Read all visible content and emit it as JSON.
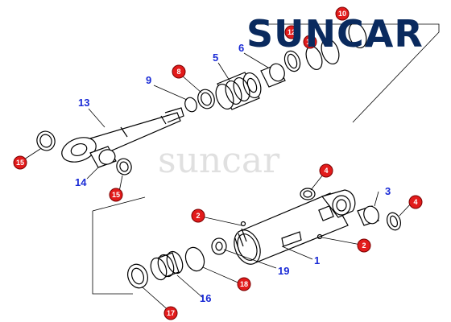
{
  "brand": {
    "logo_text": "SUNCAR",
    "watermark": "suncar",
    "logo_color": "#0a2a5e",
    "accent": "#e21b1b"
  },
  "blue_labels": [
    {
      "id": "l13",
      "text": "13"
    },
    {
      "id": "l9",
      "text": "9"
    },
    {
      "id": "l5",
      "text": "5"
    },
    {
      "id": "l6",
      "text": "6"
    },
    {
      "id": "l14",
      "text": "14"
    },
    {
      "id": "l3",
      "text": "3"
    },
    {
      "id": "l1",
      "text": "1"
    },
    {
      "id": "l19",
      "text": "19"
    },
    {
      "id": "l16",
      "text": "16"
    }
  ],
  "red_badges": [
    {
      "id": "b10",
      "text": "10"
    },
    {
      "id": "b12",
      "text": "12"
    },
    {
      "id": "b11",
      "text": "11"
    },
    {
      "id": "b8",
      "text": "8"
    },
    {
      "id": "b15a",
      "text": "15"
    },
    {
      "id": "b15b",
      "text": "15"
    },
    {
      "id": "b4a",
      "text": "4"
    },
    {
      "id": "b4b",
      "text": "4"
    },
    {
      "id": "b2a",
      "text": "2"
    },
    {
      "id": "b2b",
      "text": "2"
    },
    {
      "id": "b18",
      "text": "18"
    },
    {
      "id": "b17",
      "text": "17"
    }
  ]
}
